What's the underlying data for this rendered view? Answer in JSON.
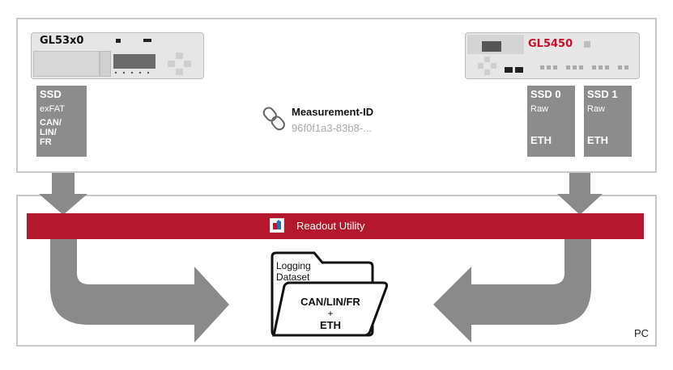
{
  "devices": {
    "left": {
      "name": "GL53x0",
      "ssd": {
        "label": "SSD",
        "fs": "exFAT",
        "bus_lines": [
          "CAN/",
          "LIN/",
          "FR"
        ]
      }
    },
    "right": {
      "name": "GL5450",
      "ssd0": {
        "label": "SSD 0",
        "fs": "Raw",
        "bus": "ETH"
      },
      "ssd1": {
        "label": "SSD 1",
        "fs": "Raw",
        "bus": "ETH"
      }
    }
  },
  "measurement": {
    "title": "Measurement-ID",
    "id": "96f0f1a3-83b8-..."
  },
  "readout": {
    "label": "Readout Utility"
  },
  "folder": {
    "title_lines": [
      "Logging",
      "Dataset"
    ],
    "line1": "CAN/LIN/FR",
    "plus": "+",
    "line2": "ETH"
  },
  "pc_label": "PC",
  "colors": {
    "red_bar": "#b5172e",
    "ssd_gray": "#8c8c8c",
    "arrow_gray": "#8a8a8a",
    "border": "#c8c8c8",
    "accent_red": "#c8102e"
  }
}
